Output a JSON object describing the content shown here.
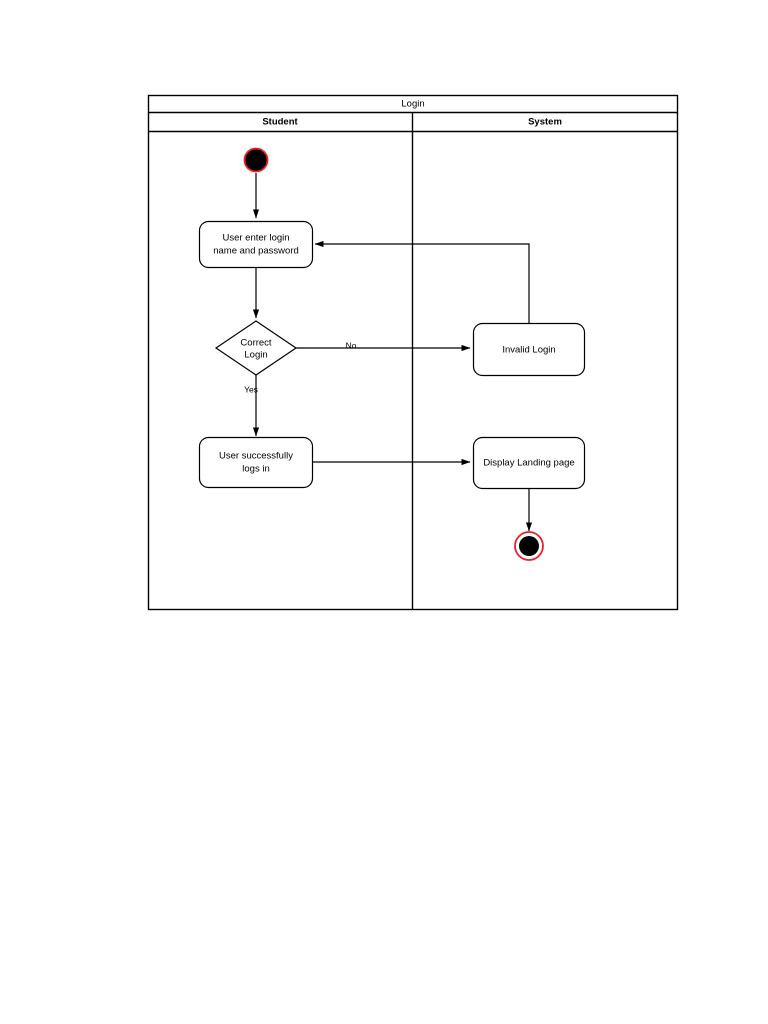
{
  "diagram": {
    "title": "Login",
    "type": "uml-activity-diagram",
    "lanes": [
      {
        "id": "student",
        "label": "Student"
      },
      {
        "id": "system",
        "label": "System"
      }
    ],
    "nodes": [
      {
        "id": "start",
        "type": "initial-node",
        "lane": "student",
        "label": ""
      },
      {
        "id": "enter-login",
        "type": "activity",
        "lane": "student",
        "label_line1": "User enter login",
        "label_line2": "name and password"
      },
      {
        "id": "correct-login",
        "type": "decision",
        "lane": "student",
        "label_line1": "Correct",
        "label_line2": "Login"
      },
      {
        "id": "invalid-login",
        "type": "activity",
        "lane": "system",
        "label": "Invalid Login"
      },
      {
        "id": "logs-in",
        "type": "activity",
        "lane": "student",
        "label_line1": "User successfully",
        "label_line2": "logs in"
      },
      {
        "id": "landing-page",
        "type": "activity",
        "lane": "system",
        "label": "Display Landing page"
      },
      {
        "id": "end",
        "type": "final-node",
        "lane": "system",
        "label": ""
      }
    ],
    "edges": [
      {
        "id": "start-to-enter",
        "from": "start",
        "to": "enter-login",
        "label": ""
      },
      {
        "id": "enter-to-decision",
        "from": "enter-login",
        "to": "correct-login",
        "label": ""
      },
      {
        "id": "decision-to-invalid",
        "from": "correct-login",
        "to": "invalid-login",
        "label": "No"
      },
      {
        "id": "invalid-to-enter",
        "from": "invalid-login",
        "to": "enter-login",
        "label": ""
      },
      {
        "id": "decision-to-logsin",
        "from": "correct-login",
        "to": "logs-in",
        "label": "Yes"
      },
      {
        "id": "logsin-to-landing",
        "from": "logs-in",
        "to": "landing-page",
        "label": ""
      },
      {
        "id": "landing-to-end",
        "from": "landing-page",
        "to": "end",
        "label": ""
      }
    ],
    "colors": {
      "line": "#000000",
      "node_fill": "#ffffff",
      "initial_node_fill": "#000000",
      "initial_node_stroke": "#e8222a",
      "final_node_ring": "#e8222a",
      "final_node_fill": "#000000",
      "background": "#ffffff"
    }
  }
}
